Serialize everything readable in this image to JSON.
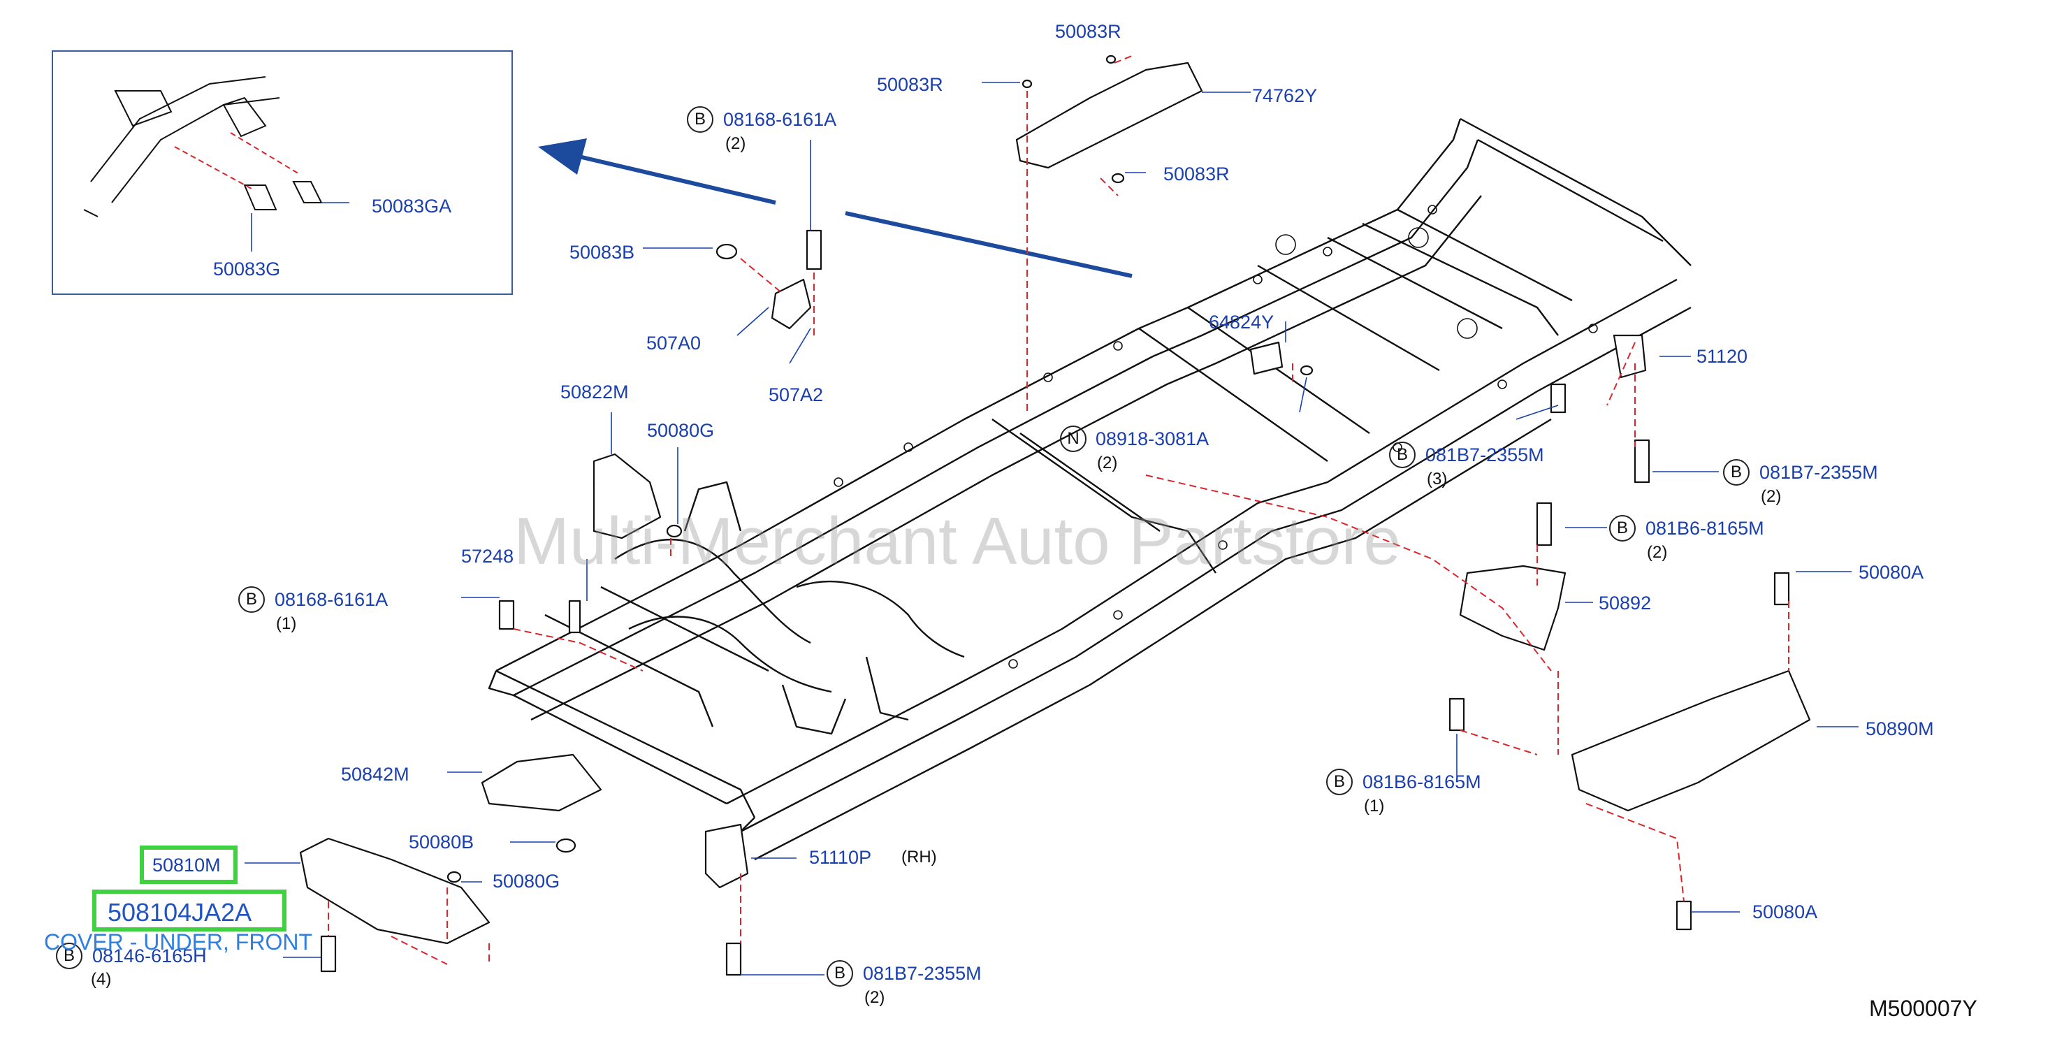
{
  "diagram_code": "M500007Y",
  "watermark": "Multi-Merchant Auto Partstore",
  "highlight": {
    "part_ref": "50810M",
    "part_number": "508104JA2A",
    "description": "COVER - UNDER, FRONT"
  },
  "callouts": [
    {
      "id": "50083R_a",
      "label": "50083R"
    },
    {
      "id": "50083R_b",
      "label": "50083R"
    },
    {
      "id": "74762Y",
      "label": "74762Y"
    },
    {
      "id": "50083R_c",
      "label": "50083R"
    },
    {
      "id": "08168_top",
      "label": "08168-6161A",
      "prefix": "B",
      "qty": "(2)"
    },
    {
      "id": "50083B",
      "label": "50083B"
    },
    {
      "id": "507A0",
      "label": "507A0"
    },
    {
      "id": "507A2",
      "label": "507A2"
    },
    {
      "id": "64824Y",
      "label": "64824Y"
    },
    {
      "id": "51120",
      "label": "51120"
    },
    {
      "id": "50822M",
      "label": "50822M"
    },
    {
      "id": "50080G_a",
      "label": "50080G"
    },
    {
      "id": "08918",
      "label": "08918-3081A",
      "prefix": "N",
      "qty": "(2)"
    },
    {
      "id": "081B7_a",
      "label": "081B7-2355M",
      "prefix": "B",
      "qty": "(3)"
    },
    {
      "id": "081B7_b",
      "label": "081B7-2355M",
      "prefix": "B",
      "qty": "(2)"
    },
    {
      "id": "081B6_a",
      "label": "081B6-8165M",
      "prefix": "B",
      "qty": "(2)"
    },
    {
      "id": "57248",
      "label": "57248"
    },
    {
      "id": "08168_left",
      "label": "08168-6161A",
      "prefix": "B",
      "qty": "(1)"
    },
    {
      "id": "50080A_a",
      "label": "50080A"
    },
    {
      "id": "50892",
      "label": "50892"
    },
    {
      "id": "50890M",
      "label": "50890M"
    },
    {
      "id": "50842M",
      "label": "50842M"
    },
    {
      "id": "081B6_b",
      "label": "081B6-8165M",
      "prefix": "B",
      "qty": "(1)"
    },
    {
      "id": "50080B",
      "label": "50080B"
    },
    {
      "id": "50080G_b",
      "label": "50080G"
    },
    {
      "id": "51110P",
      "label": "51110P",
      "extra": "(RH)"
    },
    {
      "id": "08146",
      "label": "08146-6165H",
      "prefix": "B",
      "qty": "(4)"
    },
    {
      "id": "081B7_c",
      "label": "081B7-2355M",
      "prefix": "B",
      "qty": "(2)"
    },
    {
      "id": "50080A_b",
      "label": "50080A"
    },
    {
      "id": "50083GA",
      "label": "50083GA"
    },
    {
      "id": "50083G",
      "label": "50083G"
    }
  ]
}
